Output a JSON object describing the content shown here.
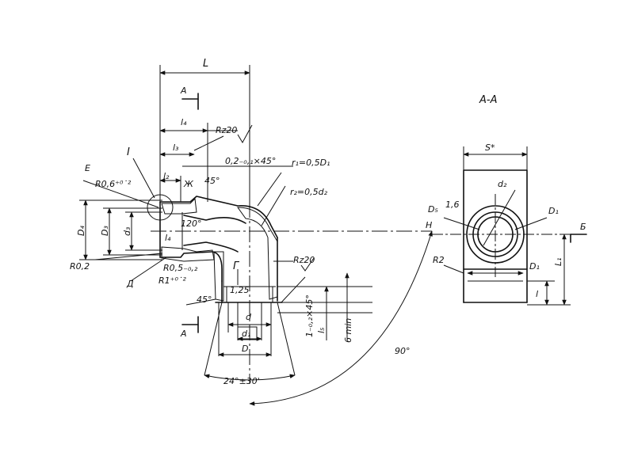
{
  "drawing": {
    "section_title": "A-A",
    "labels": {
      "L": "L",
      "A_top": "A",
      "A_bottom": "A",
      "l4_top": "l₄",
      "Rz20_top": "Rz20",
      "l3": "l₃",
      "chamfer_top": "0,2₋₀,₁×45°",
      "r1": "r₁=0,5D₁",
      "r2": "r₂=0,5d₂",
      "I": "I",
      "E": "E",
      "R06": "R0,6⁺⁰˙²",
      "l2": "l₂",
      "Zh": "Ж",
      "a45": "45°",
      "D4": "D₄",
      "D3": "D₃",
      "d3": "d₃",
      "a120": "120°",
      "l4": "l₄",
      "R02": "R0,2",
      "D_letter": "Д",
      "R05": "R0,5₋₀,₂",
      "R1": "R1⁺⁰˙²",
      "G": "Г",
      "Rz20_mid": "Rz20",
      "v125": "1,25",
      "a45_low": "45°",
      "d": "d",
      "d1": "d₁",
      "D": "D",
      "chamfer_vert": "1₋₀,₂×45°",
      "l5": "l₅",
      "min6": "6 min",
      "angle_24": "24°±30'",
      "angle_90": "90°",
      "S": "S*",
      "d2": "d₂",
      "D5": "D₅",
      "v16": "1,6",
      "D1_sec": "D₁",
      "H": "H",
      "B": "Б",
      "R2": "R2",
      "D1_bot": "D₁",
      "l_sec": "l",
      "L1": "L₁"
    }
  }
}
